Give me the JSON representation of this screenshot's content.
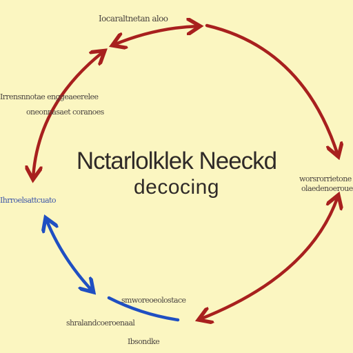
{
  "title": "Nctarlolklek Neeckd",
  "subtitle": "decocing",
  "labels": {
    "top": "Iocaraltnetan aloo",
    "left_line1": "Irrensnnotae enggeaeerelee",
    "left_line2": "oneonnasaet coranoes",
    "left_blue": "Ihrroelsattcuato",
    "right_line1": "worsrorrietone",
    "right_line2": "olaedenoeroueeo",
    "bottom_line1": "smworeoeolostace",
    "bottom_line2": "shralandcoeroenaal",
    "bottom_line3": "Ibsondke"
  },
  "colors": {
    "background": "#fbf6c1",
    "red_arrow": "#a8201e",
    "blue_arrow": "#1f4fc2",
    "text": "#3a3430"
  },
  "arrows": [
    {
      "name": "top-arrow",
      "color": "red",
      "heads": "both"
    },
    {
      "name": "right-arrow",
      "color": "red",
      "heads": "end"
    },
    {
      "name": "bottom-right-arrow",
      "color": "red",
      "heads": "both"
    },
    {
      "name": "bottom-arrow",
      "color": "blue",
      "heads": "none"
    },
    {
      "name": "left-blue-arrow",
      "color": "blue",
      "heads": "both"
    },
    {
      "name": "left-arrow",
      "color": "red",
      "heads": "both"
    }
  ]
}
